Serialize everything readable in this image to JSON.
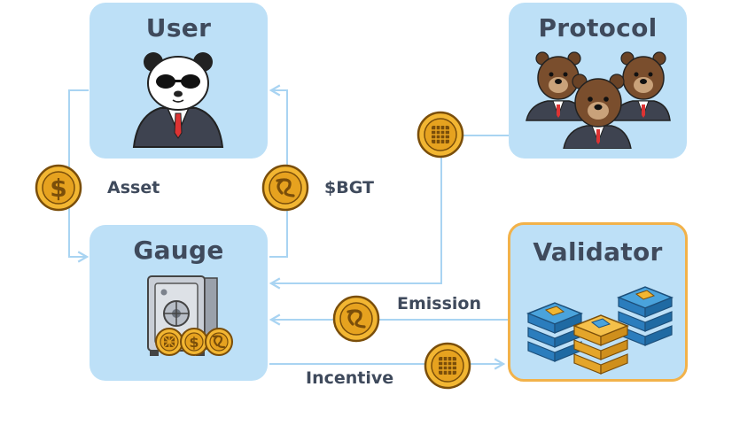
{
  "nodes": {
    "user": {
      "title": "User"
    },
    "protocol": {
      "title": "Protocol"
    },
    "gauge": {
      "title": "Gauge"
    },
    "validator": {
      "title": "Validator"
    }
  },
  "edges": {
    "asset": {
      "label": "Asset"
    },
    "bgt": {
      "label": "$BGT"
    },
    "emission": {
      "label": "Emission"
    },
    "incentive": {
      "label": "Incentive"
    }
  },
  "colors": {
    "box_fill": "#bde0f7",
    "validator_border": "#f2b24a",
    "arrow": "#a9d4f2",
    "text": "#3f4a5c",
    "coin_gold": "#f2b632",
    "coin_dark": "#c98a13"
  },
  "icons": {
    "user": "panda-in-suit-icon",
    "protocol": "bears-in-suits-icon",
    "gauge": "safe-vault-icon",
    "validator": "server-stacks-icon"
  }
}
